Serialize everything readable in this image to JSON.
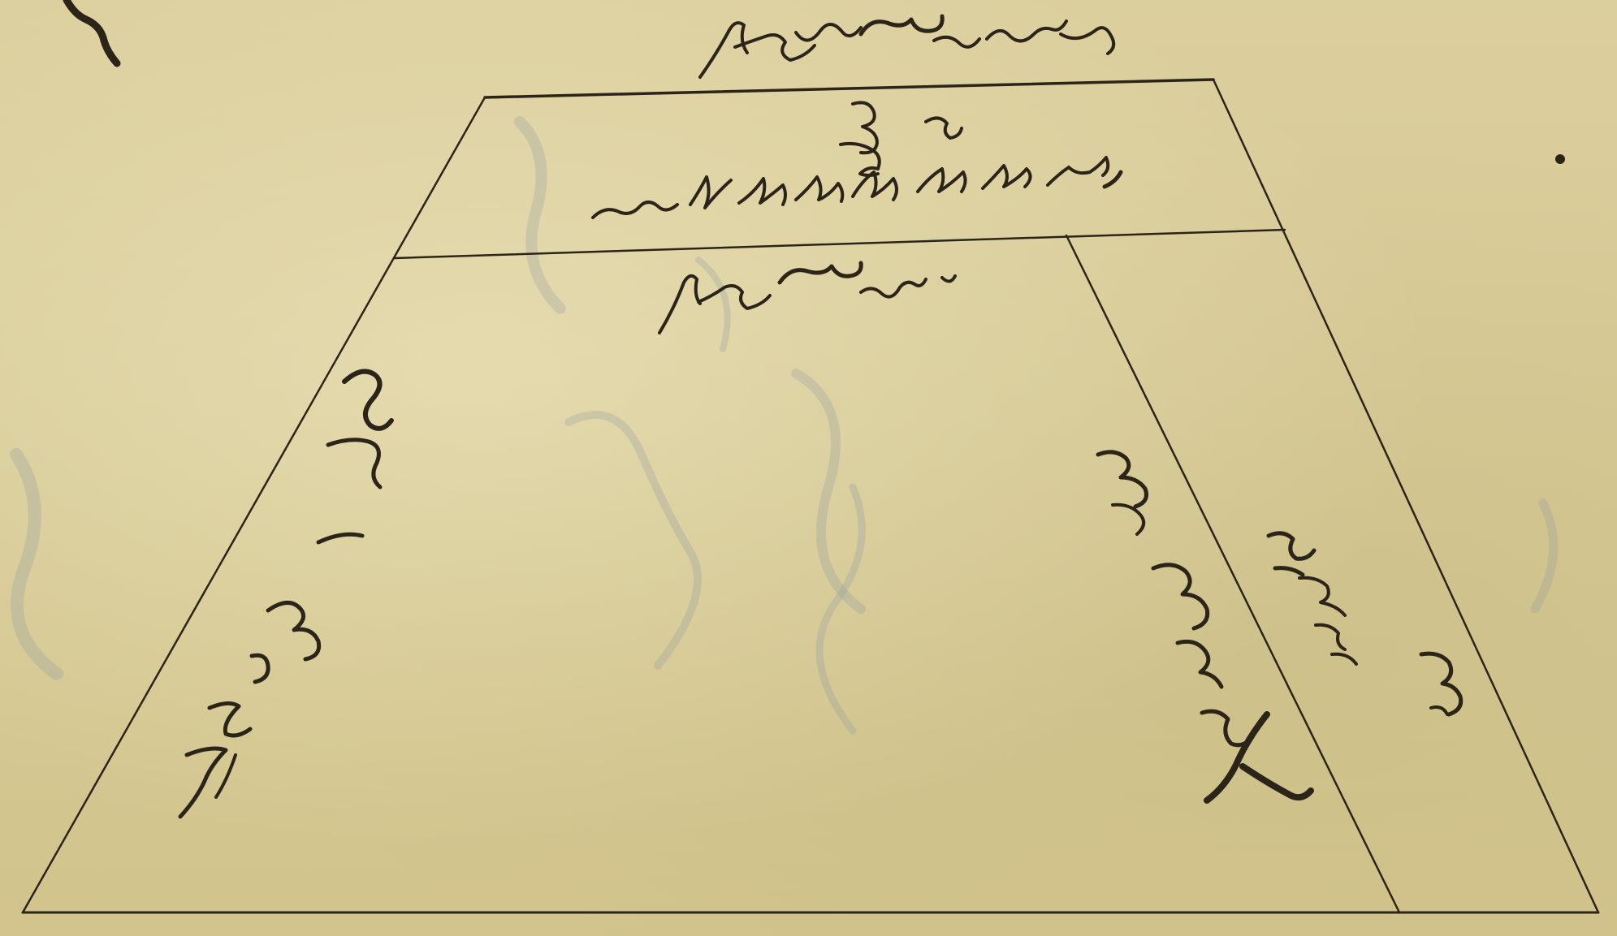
{
  "document": {
    "kind": "handwritten-sketch",
    "ink_color": "#2b2418",
    "paper_color": "#d8cb98",
    "annotations": [
      {
        "role": "top-outer-label",
        "style": "cursive-script"
      },
      {
        "role": "header-band-short",
        "style": "cursive-script"
      },
      {
        "role": "header-band-long",
        "style": "cursive-script"
      },
      {
        "role": "inner-top-label",
        "style": "cursive-script"
      },
      {
        "role": "left-side-label",
        "style": "cursive-script"
      },
      {
        "role": "right-inner-label",
        "style": "cursive-script"
      },
      {
        "role": "right-outer-label",
        "style": "cursive-script"
      }
    ]
  }
}
